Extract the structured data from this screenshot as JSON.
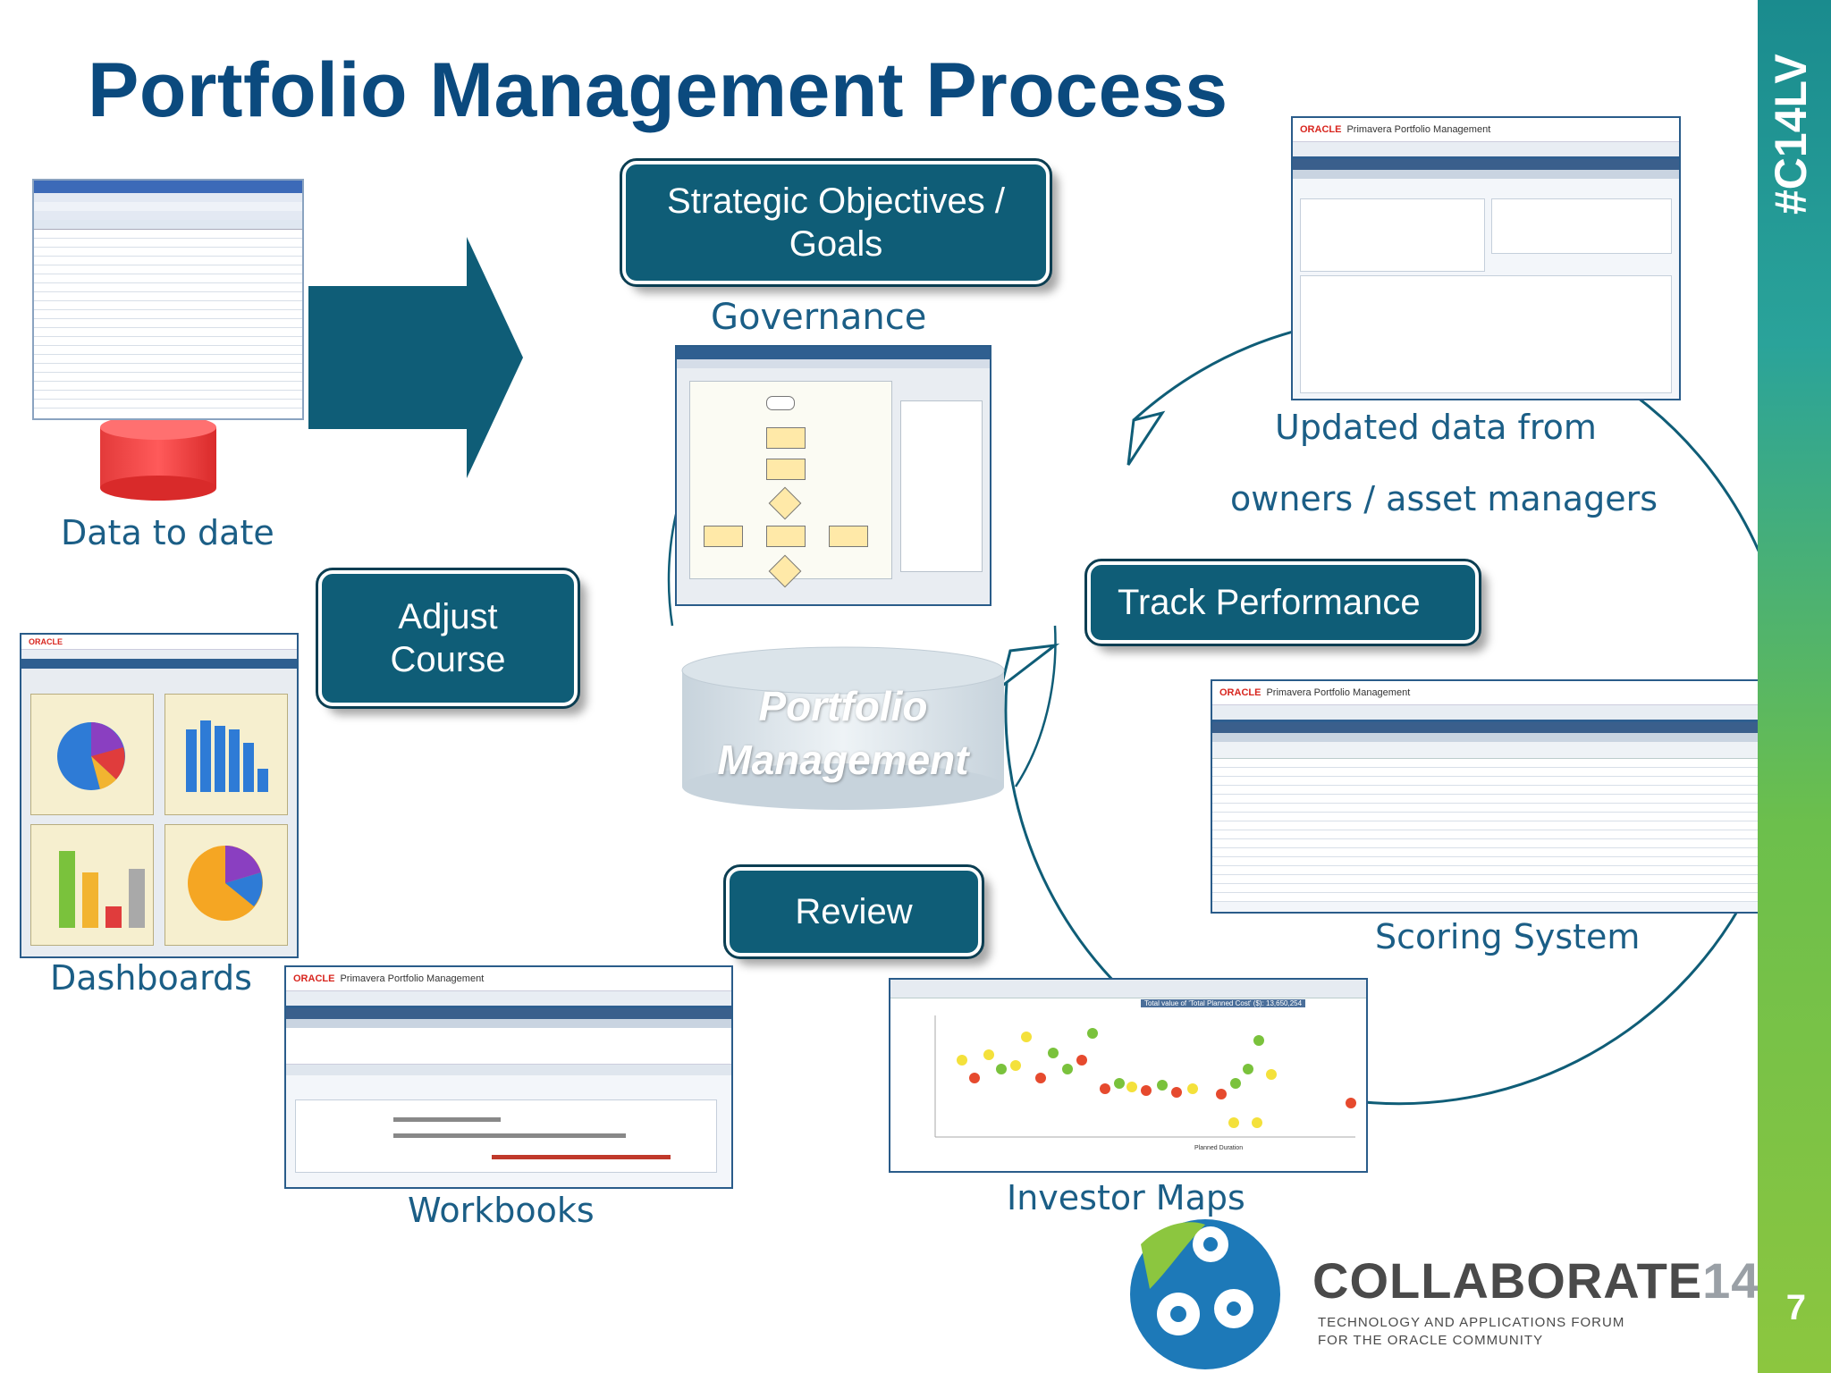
{
  "title": "Portfolio Management Process",
  "stages": {
    "strategic": "Strategic Objectives / Goals",
    "track": "Track Performance",
    "adjust": "Adjust Course",
    "review": "Review"
  },
  "center": {
    "governance": "Governance",
    "cylinder_line1": "Portfolio",
    "cylinder_line2": "Management"
  },
  "captions": {
    "data_to_date": "Data to date",
    "updated_line1": "Updated data from",
    "updated_line2": "owners / asset managers",
    "scoring": "Scoring System",
    "dashboards": "Dashboards",
    "workbooks": "Workbooks",
    "investor_maps": "Investor Maps"
  },
  "screenshots": {
    "oracle_brand": "ORACLE",
    "product": "Primavera Portfolio Management",
    "map_title": "Total value of 'Total Planned Cost' ($): 13,650,254",
    "map_xlabel": "Planned Duration"
  },
  "branding": {
    "hashtag": "#C14LV",
    "event": "COLLABORATE",
    "year": "14",
    "tag_line1": "TECHNOLOGY AND APPLICATIONS FORUM",
    "tag_line2": "FOR THE ORACLE COMMUNITY",
    "page": "7"
  },
  "colors": {
    "title": "#0b4a7e",
    "stage_fill": "#0f5d77",
    "caption": "#1b5e86",
    "arrow": "#0f5d77",
    "cylinder": "#d9e3ea",
    "band_top": "#1a8b8e",
    "band_bottom": "#8cc63f"
  },
  "icons": {
    "arrow": "big-right-arrow-icon",
    "database": "red-database-icon",
    "cycle": "cycle-circle-icon",
    "logo": "collaborate-logo-icon"
  }
}
